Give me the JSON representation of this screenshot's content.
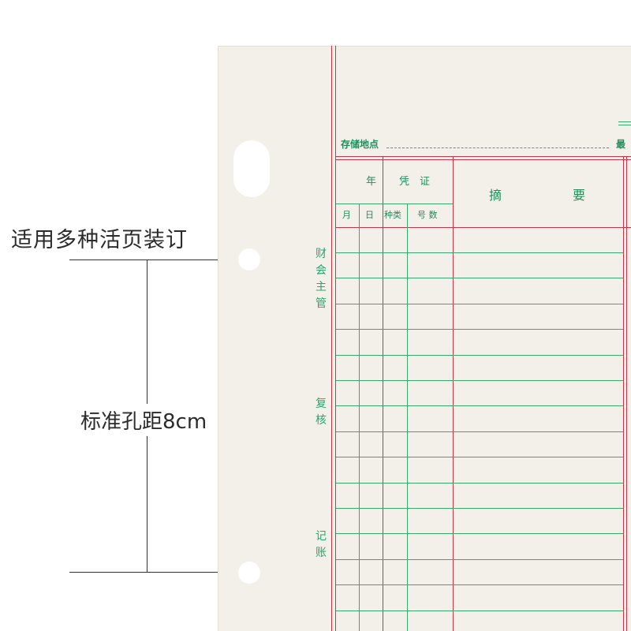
{
  "annotations": {
    "title": "适用多种活页装订",
    "hole_spacing": "标准孔距8cm"
  },
  "ledger": {
    "storage_location_label": "存储地点",
    "top_right_partial": "最",
    "side_labels": {
      "finance_supervisor": "财会主管",
      "review": "复核",
      "bookkeeping": "记账"
    },
    "header": {
      "year": "年",
      "voucher": "凭　证",
      "month": "月",
      "day": "日",
      "type": "种类",
      "number": "号 数",
      "summary_left": "摘",
      "summary_right": "要"
    }
  },
  "colors": {
    "ink_green": "#1f8f5c",
    "rule_red": "#c0394b",
    "rule_green": "#3aa86f",
    "paper": "#f3f0e9"
  }
}
